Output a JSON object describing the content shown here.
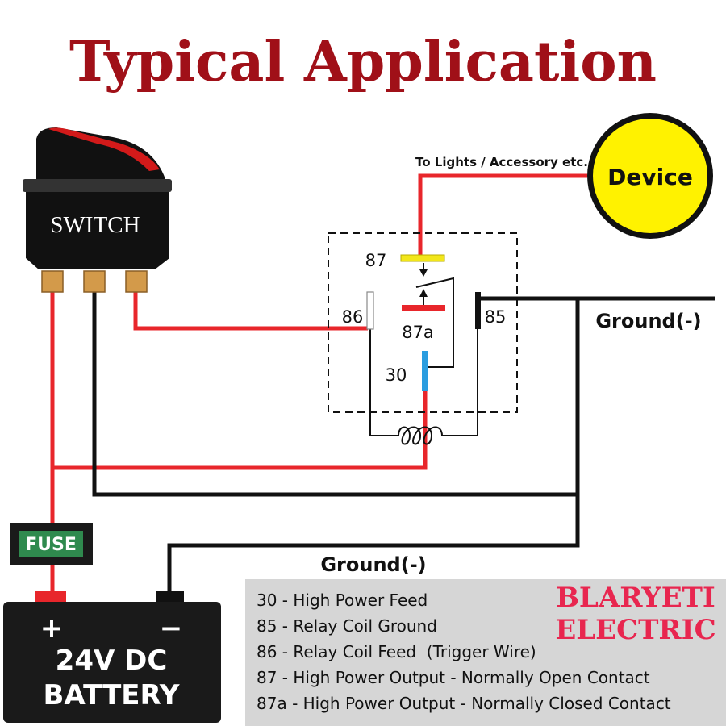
{
  "title": "Typical Application",
  "switch": {
    "label": "SWITCH"
  },
  "device": {
    "label": "Device",
    "note": "To Lights / Accessory etc."
  },
  "relay": {
    "pins": {
      "p87": "87",
      "p87a": "87a",
      "p86": "86",
      "p85": "85",
      "p30": "30"
    }
  },
  "ground_right": "Ground(-)",
  "ground_bottom": "Ground(-)",
  "fuse": {
    "label": "FUSE"
  },
  "battery": {
    "plus": "+",
    "minus": "−",
    "line1": "24V DC",
    "line2": "BATTERY"
  },
  "legend": {
    "items": [
      "30 - High Power Feed",
      "85 - Relay Coil Ground",
      "86 - Relay Coil Feed  (Trigger Wire)",
      "87 - High Power Output - Normally Open Contact",
      "87a - High Power Output - Normally Closed Contact"
    ]
  },
  "brand": {
    "line1": "BLARYETI",
    "line2": "ELECTRIC"
  },
  "colors": {
    "title": "#a01018",
    "wire_red": "#e8262b",
    "wire_black": "#111111",
    "device_fill": "#fff200",
    "fuse_green": "#2f8a4e",
    "brand_red": "#e8264f",
    "legend_bg": "#d6d6d6",
    "pin87": "#f2e61a",
    "pin30": "#2a9de0"
  }
}
